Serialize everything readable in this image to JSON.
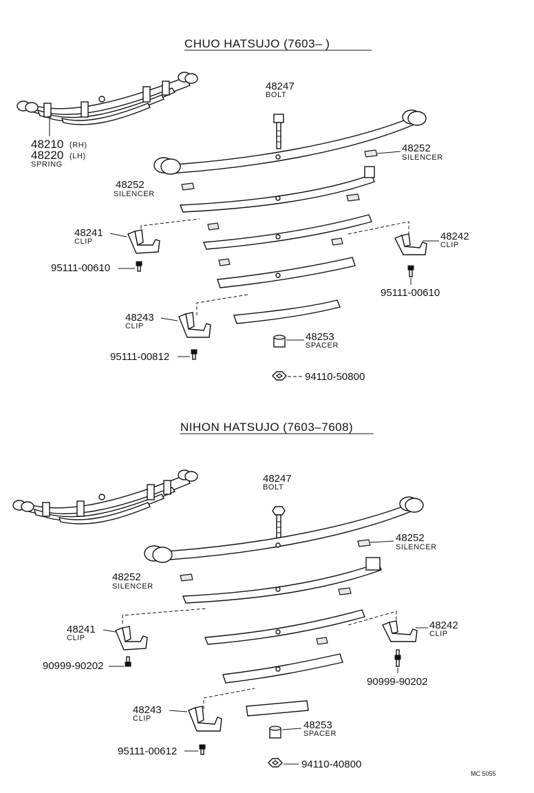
{
  "sections": [
    {
      "title": "CHUO  HATSUJO (7603–        )",
      "labels": {
        "spring_pn1": "48210",
        "spring_rh": "(RH)",
        "spring_pn2": "48220",
        "spring_lh": "(LH)",
        "spring_name": "SPRING",
        "bolt_pn": "48247",
        "bolt_name": "BOLT",
        "silencer_r_pn": "48252",
        "silencer_r_name": "SILENCER",
        "silencer_l_pn": "48252",
        "silencer_l_name": "SILENCER",
        "clip_l_pn": "48241",
        "clip_l_name": "CLIP",
        "clip_r_pn": "48242",
        "clip_r_name": "CLIP",
        "bolt_l": "95111-00610",
        "bolt_r": "95111-00610",
        "clip_b_pn": "48243",
        "clip_b_name": "CLIP",
        "spacer_pn": "48253",
        "spacer_name": "SPACER",
        "bolt_b": "95111-00812",
        "nut": "94110-50800"
      }
    },
    {
      "title": "NIHON  HATSUJO (7603–7608)",
      "labels": {
        "bolt_pn": "48247",
        "bolt_name": "BOLT",
        "silencer_r_pn": "48252",
        "silencer_r_name": "SILENCER",
        "silencer_l_pn": "48252",
        "silencer_l_name": "SILENCER",
        "clip_l_pn": "48241",
        "clip_l_name": "CLIP",
        "clip_r_pn": "48242",
        "clip_r_name": "CLIP",
        "bolt_l": "90999-90202",
        "bolt_r": "90999-90202",
        "clip_b_pn": "48243",
        "clip_b_name": "CLIP",
        "spacer_pn": "48253",
        "spacer_name": "SPACER",
        "bolt_b": "95111-00612",
        "nut": "94110-40800"
      }
    }
  ],
  "footer_code": "MC 5055"
}
